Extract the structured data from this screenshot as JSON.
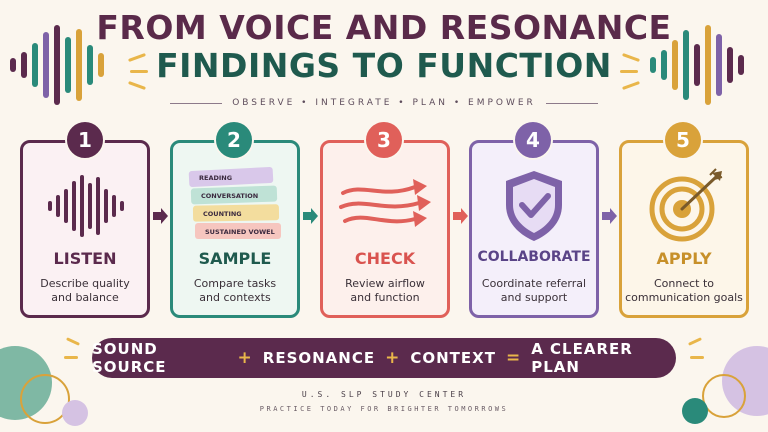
{
  "title": {
    "line1": "FROM VOICE AND RESONANCE",
    "line2": "FINDINGS TO FUNCTION",
    "subtitle": "OBSERVE  •  INTEGRATE  •  PLAN  •  EMPOWER"
  },
  "steps": [
    {
      "number": "1",
      "title": "LISTEN",
      "desc_line1": "Describe quality",
      "desc_line2": "and balance",
      "color": "#5b2a4d",
      "bg": "#fbf1f3",
      "title_color": "#5b2a4d"
    },
    {
      "number": "2",
      "title": "SAMPLE",
      "desc_line1": "Compare tasks",
      "desc_line2": "and contexts",
      "color": "#2a8a7a",
      "bg": "#eef7f2",
      "title_color": "#1f5a4e"
    },
    {
      "number": "3",
      "title": "CHECK",
      "desc_line1": "Review airflow",
      "desc_line2": "and function",
      "color": "#e0605a",
      "bg": "#fdf0ec",
      "title_color": "#d9534f"
    },
    {
      "number": "4",
      "title": "COLLABORATE",
      "desc_line1": "Coordinate referral",
      "desc_line2": "and support",
      "color": "#7e62a8",
      "bg": "#f4effa",
      "title_color": "#5a4487"
    },
    {
      "number": "5",
      "title": "APPLY",
      "desc_line1": "Connect to",
      "desc_line2": "communication goals",
      "color": "#d9a23a",
      "bg": "#fdf6e9",
      "title_color": "#c7902a"
    }
  ],
  "sample_tags": [
    "READING",
    "CONVERSATION",
    "COUNTING",
    "SUSTAINED VOWEL"
  ],
  "banner": {
    "part1": "SOUND SOURCE",
    "op1": "+",
    "part2": "RESONANCE",
    "op2": "+",
    "part3": "CONTEXT",
    "op3": "=",
    "part4": "A CLEARER PLAN"
  },
  "footer": {
    "org": "U.S. SLP STUDY CENTER",
    "tagline": "PRACTICE TODAY FOR BRIGHTER TOMORROWS"
  },
  "colors": {
    "plum": "#5b2a4d",
    "teal": "#2a8a7a",
    "coral": "#e0605a",
    "violet": "#7e62a8",
    "gold": "#d9a23a"
  },
  "icons": [
    "waveform-icon",
    "sample-tags-icon",
    "airflow-arrows-icon",
    "shield-check-icon",
    "target-icon"
  ]
}
